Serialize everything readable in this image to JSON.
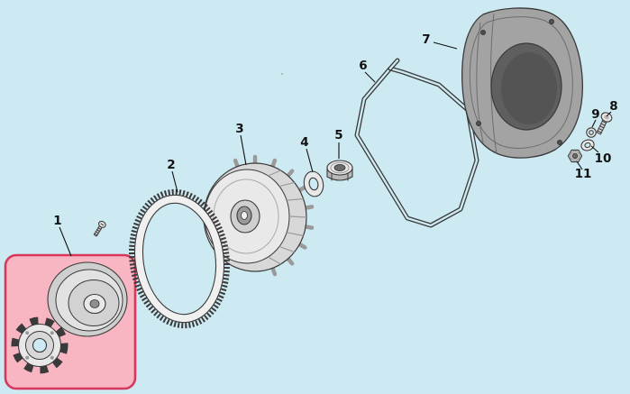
{
  "colors": {
    "bg": "#cdeaf3",
    "line": "#3a3a3a",
    "metal-light": "#e8e8e8",
    "metal-mid": "#cfcfcf",
    "metal-dark": "#9a9a9a",
    "cover": "#a3a3a3",
    "cover-opening": "#5f5f5f",
    "highlight-fill": "#f8b6c3",
    "highlight-stroke": "#d8365a",
    "label": "#111111"
  },
  "parts": [
    {
      "label": "1"
    },
    {
      "label": "2"
    },
    {
      "label": "3"
    },
    {
      "label": "4"
    },
    {
      "label": "5"
    },
    {
      "label": "6"
    },
    {
      "label": "7"
    },
    {
      "label": "8"
    },
    {
      "label": "9"
    },
    {
      "label": "10"
    },
    {
      "label": "11"
    }
  ]
}
